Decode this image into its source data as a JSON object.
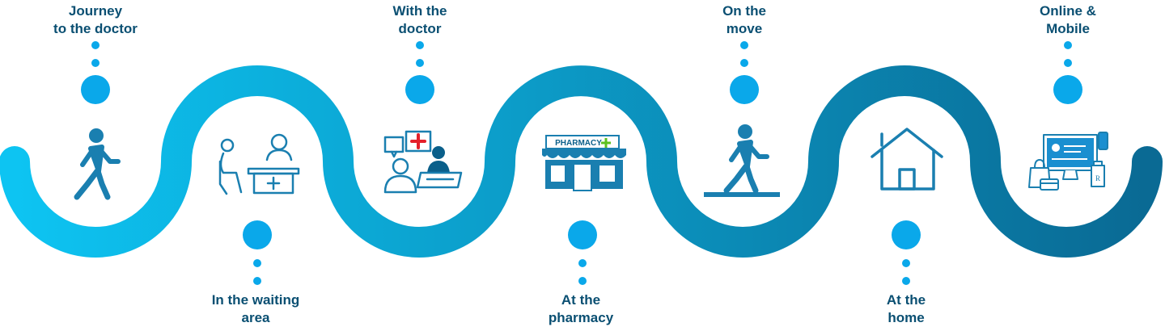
{
  "colors": {
    "path_start": "#0dc4f2",
    "path_end": "#0a6a94",
    "dot": "#0aa8ea",
    "label": "#0a4f72",
    "icon": "#1a7fb0",
    "icon_dark": "#0a5f8a",
    "pharmacy_plus": "#5cc020",
    "doctor_cross": "#e4202a"
  },
  "stages": [
    {
      "id": "journey",
      "line1": "Journey",
      "line2": "to the doctor",
      "icon": "walking-person-icon"
    },
    {
      "id": "waiting",
      "line1": "In the waiting",
      "line2": "area",
      "icon": "waiting-room-icon"
    },
    {
      "id": "with-doctor",
      "line1": "With the",
      "line2": "doctor",
      "icon": "doctor-consultation-icon"
    },
    {
      "id": "pharmacy",
      "line1": "At the",
      "line2": "pharmacy",
      "icon": "pharmacy-store-icon",
      "sign": "PHARMACY"
    },
    {
      "id": "on-move",
      "line1": "On the",
      "line2": "move",
      "icon": "walking-on-path-icon"
    },
    {
      "id": "home",
      "line1": "At the",
      "line2": "home",
      "icon": "house-icon"
    },
    {
      "id": "online",
      "line1": "Online &",
      "line2": "Mobile",
      "icon": "online-devices-icon"
    }
  ]
}
